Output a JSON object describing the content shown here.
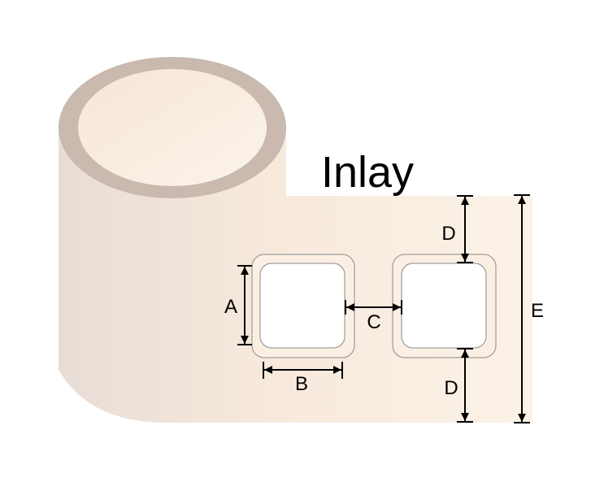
{
  "title": "Inlay",
  "dimensions": {
    "a": "A",
    "b": "B",
    "c": "C",
    "d_top": "D",
    "d_bottom": "D",
    "e": "E"
  },
  "colors": {
    "roll_rim": "#c8b9ae",
    "roll_core": "#f8ebde",
    "body_left": "#e9ddd6",
    "body_right": "#fbf1e6",
    "outline": "#8a8a8a"
  }
}
